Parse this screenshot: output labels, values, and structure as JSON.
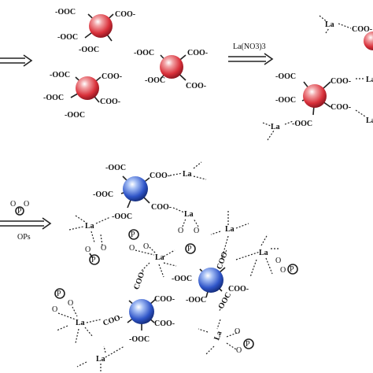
{
  "labels": {
    "coo_left": "-OOC",
    "coo_right": "COO-",
    "la": "La",
    "p": "P",
    "o": "O"
  },
  "arrows": {
    "reagent_1": "La(NO3)3",
    "reagent_2": "OPs"
  },
  "colors": {
    "particle_red": "#d9303a",
    "particle_blue": "#2f55c8",
    "line": "#222222"
  }
}
